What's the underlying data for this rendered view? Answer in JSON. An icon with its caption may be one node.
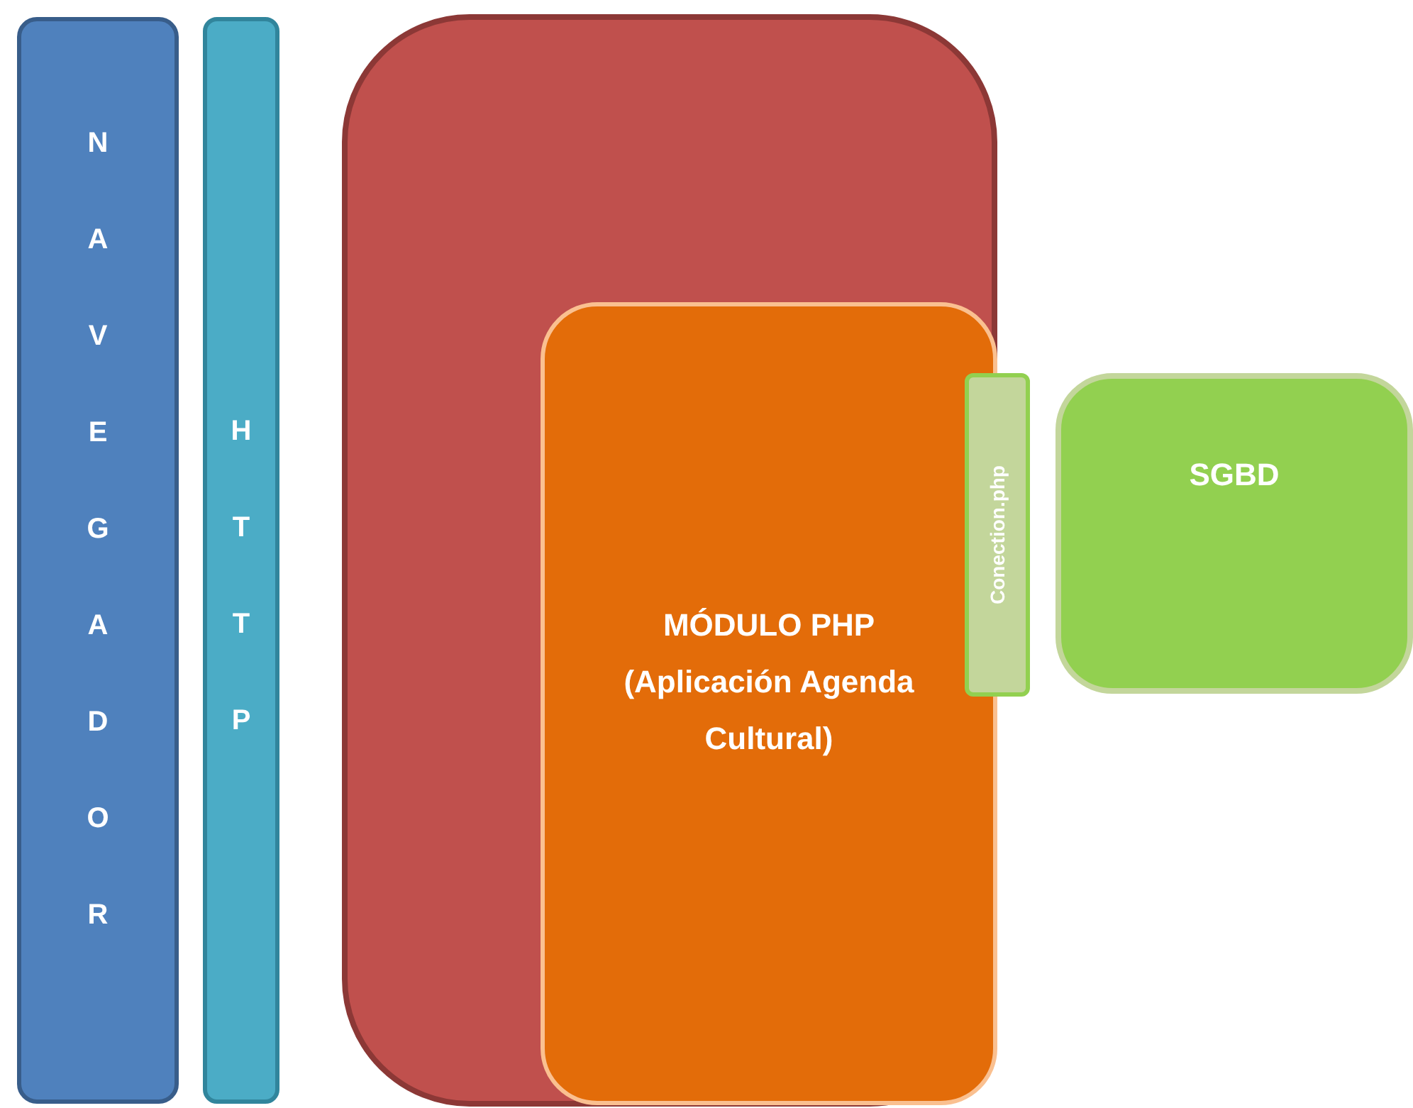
{
  "diagram": {
    "nodes": [
      {
        "text": [
          "NAVEGADOR"
        ]
      },
      {
        "text": [
          "HTTP"
        ]
      },
      {
        "text": [],
        "shape": "box"
      },
      {
        "text": [
          "MÓDULO PHP",
          "(Aplicación Agenda Cultural)"
        ],
        "in": 2
      },
      {
        "text": [
          "Conection.php"
        ]
      },
      {
        "text": [
          "SGBD"
        ]
      }
    ]
  }
}
